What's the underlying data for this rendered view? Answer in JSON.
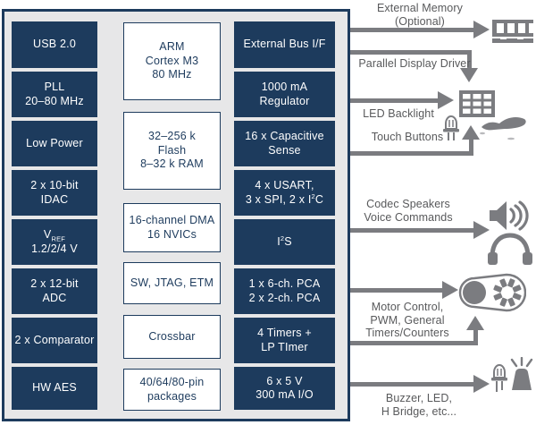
{
  "colors": {
    "navy": "#1d3b5d",
    "chip_background": "#e7e7e8",
    "arrow_gray": "#7b7c80",
    "annotation_text": "#58595b"
  },
  "chip": {
    "left": [
      {
        "text": "USB 2.0"
      },
      {
        "text": "PLL\n20–80 MHz"
      },
      {
        "text": "Low Power"
      },
      {
        "text": "2 x 10-bit\nIDAC"
      },
      {
        "base": "V",
        "sub": "REF",
        "line2": "1.2/2/4 V"
      },
      {
        "text": "2 x 12-bit\nADC"
      },
      {
        "text": "2 x Comparator"
      },
      {
        "text": "HW AES"
      }
    ],
    "middle": [
      {
        "text": "ARM\nCortex M3\n80 MHz"
      },
      {
        "text": "32–256 k\nFlash\n8–32 k RAM"
      },
      {
        "text": "16-channel DMA\n16 NVICs"
      },
      {
        "text": "SW, JTAG, ETM"
      },
      {
        "text": "Crossbar"
      },
      {
        "text": "40/64/80-pin\npackages"
      }
    ],
    "right": [
      {
        "text": "External Bus I/F"
      },
      {
        "text": "1000 mA\nRegulator"
      },
      {
        "text": "16 x Capacitive\nSense"
      },
      {
        "line1": "4 x USART,",
        "pre": "3 x SPI, 2 x I",
        "sup": "2",
        "post": "C"
      },
      {
        "pre": "I",
        "sup": "2",
        "post": "S"
      },
      {
        "text": "1 x 6-ch. PCA\n2 x 2-ch. PCA"
      },
      {
        "text": "4 Timers +\nLP TImer"
      },
      {
        "text": "6 x 5 V\n300 mA I/O"
      }
    ]
  },
  "annotations": {
    "external_memory": {
      "label": "External Memory\n(Optional)"
    },
    "parallel_display": {
      "label": "Parallel Display Driver"
    },
    "led_backlight": {
      "label": "LED Backlight"
    },
    "touch_buttons": {
      "label": "Touch Buttons"
    },
    "codec": {
      "label": "Codec Speakers\nVoice Commands"
    },
    "motor": {
      "label": "Motor Control,\nPWM, General\nTimers/Counters"
    },
    "buzzer": {
      "label": "Buzzer, LED,\nH Bridge, etc..."
    }
  },
  "icons": [
    "memory-module-icon",
    "display-grid-icon",
    "led-icon",
    "touch-hand-icon",
    "speaker-icon",
    "headphones-icon",
    "motor-icon",
    "led-icon-2",
    "buzzer-icon"
  ]
}
